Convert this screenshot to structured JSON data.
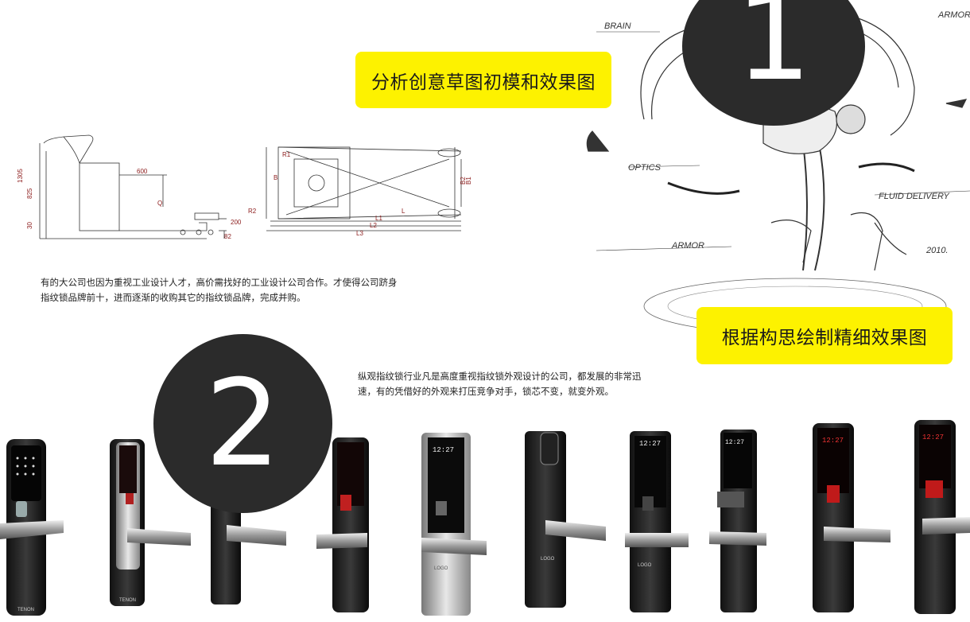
{
  "labels": {
    "step1": "分析创意草图初模和效果图",
    "step2": "根据构思绘制精细效果图"
  },
  "badges": {
    "one": "1",
    "two": "2"
  },
  "paragraphs": {
    "p1_line1": "有的大公司也因为重视工业设计人才，高价需找好的工业设计公司合作。才使得公司跻身",
    "p1_line2": "指纹锁品牌前十，进而逐渐的收购其它的指纹锁品牌，完成并购。",
    "p2_line1": "纵观指纹锁行业凡是高度重视指纹锁外观设计的公司，都发展的非常迅",
    "p2_line2": "速，有的凭借好的外观来打压竞争对手，锁芯不变，就变外观。"
  },
  "drawing": {
    "dims": {
      "h1305": "1305",
      "h825": "825",
      "h30": "30",
      "w600": "600",
      "q": "Q",
      "h200": "200",
      "h82": "82",
      "r1": "R1",
      "r2": "R2",
      "b": "B",
      "b1": "B1",
      "b2": "B2",
      "l": "L",
      "l1": "L1",
      "l2": "L2",
      "l3": "L3"
    }
  },
  "sketch_notes": {
    "n1": "BRAIN",
    "n2": "ARMOR",
    "n3": "OPTICS",
    "n4": "FLUID DELIVERY",
    "n5": "ARMOR",
    "n6": "2010."
  },
  "locks": {
    "brand_tenon": "TENON",
    "logo": "LOGO",
    "time": "12:27"
  },
  "colors": {
    "accent_yellow": "#fdf200",
    "badge_dark": "#2b2b2b",
    "dim_red": "#c0392b"
  }
}
